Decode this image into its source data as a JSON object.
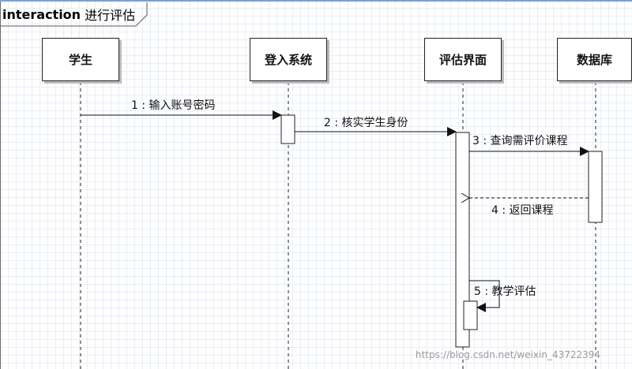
{
  "frame": {
    "keyword": "interaction",
    "name": "进行评估"
  },
  "lifelines": [
    {
      "id": "student",
      "label": "学生"
    },
    {
      "id": "login",
      "label": "登入系统"
    },
    {
      "id": "eval_ui",
      "label": "评估界面"
    },
    {
      "id": "database",
      "label": "数据库"
    }
  ],
  "messages": [
    {
      "label": "1 : 输入账号密码"
    },
    {
      "label": "2 : 核实学生身份"
    },
    {
      "label": "3 : 查询需评价课程"
    },
    {
      "label": "4 : 返回课程"
    },
    {
      "label": "5 : 教学评估"
    }
  ],
  "watermark": "https://blog.csdn.net/weixin_43722394"
}
